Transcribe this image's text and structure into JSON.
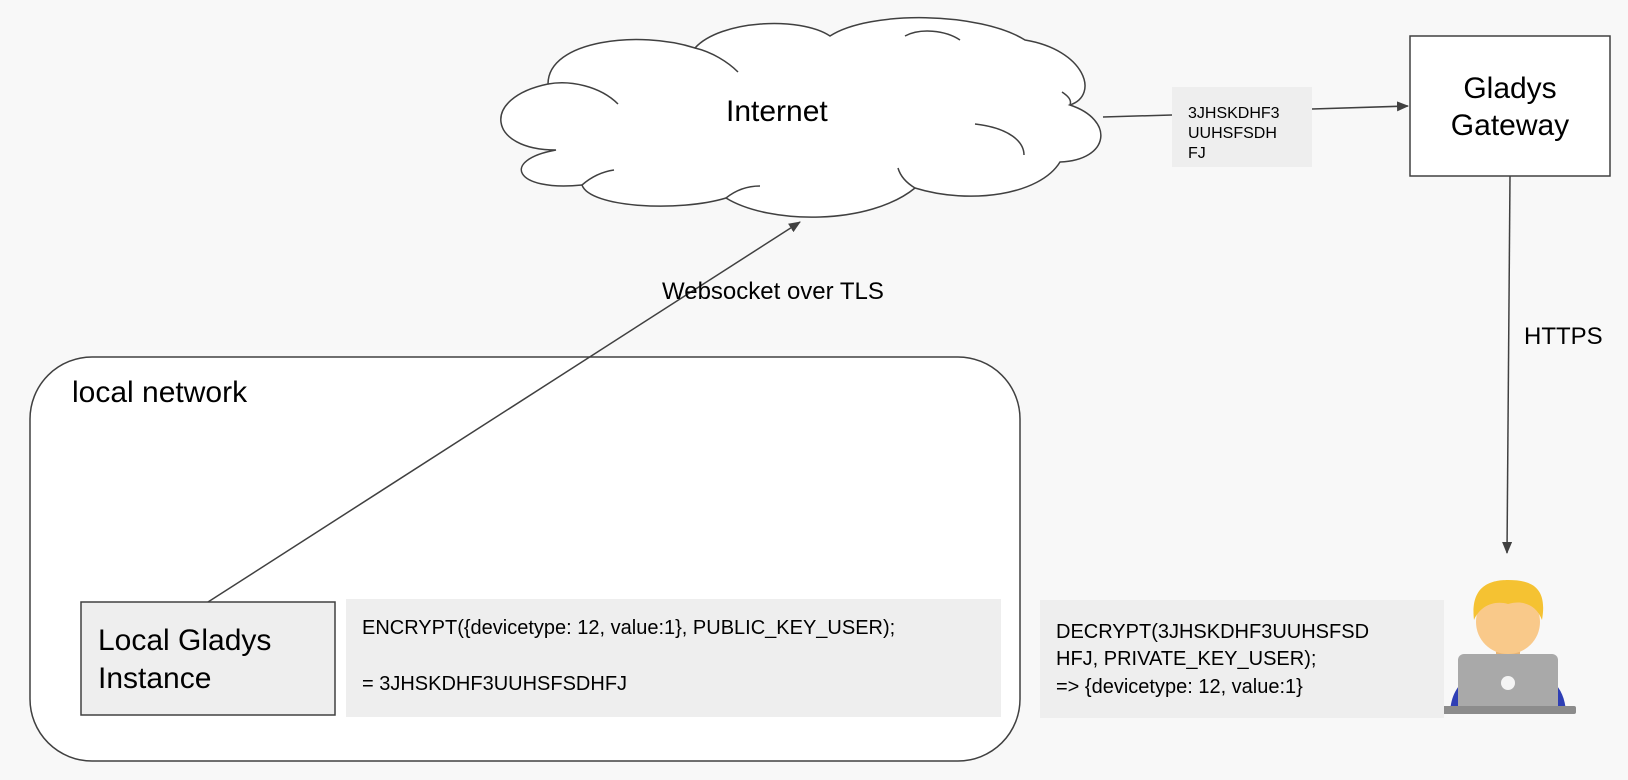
{
  "nodes": {
    "internet": "Internet",
    "gateway": [
      "Gladys",
      "Gateway"
    ],
    "local_network": "local network",
    "local_instance": [
      "Local Gladys",
      "Instance"
    ],
    "user_icon": "technologist-icon"
  },
  "edges": {
    "websocket": "Websocket over TLS",
    "https": "HTTPS"
  },
  "cipher_payload": [
    "3JHSKDHF3",
    "UUHSFSDH",
    "FJ"
  ],
  "encrypt_code": [
    "ENCRYPT({devicetype: 12, value:1}, PUBLIC_KEY_USER);",
    "= 3JHSKDHF3UUHSFSDHFJ"
  ],
  "decrypt_code": [
    "DECRYPT(3JHSKDHF3UUHSFSD",
    "HFJ, PRIVATE_KEY_USER);",
    "=> {devicetype: 12, value:1}"
  ],
  "colors": {
    "background": "#f8f8f8",
    "stroke": "#404040",
    "box_fill": "#eeeeee",
    "hair": "#f5c232",
    "skin": "#f9c98a",
    "shirt": "#2f3fb5",
    "laptop": "#a9a9a9"
  }
}
